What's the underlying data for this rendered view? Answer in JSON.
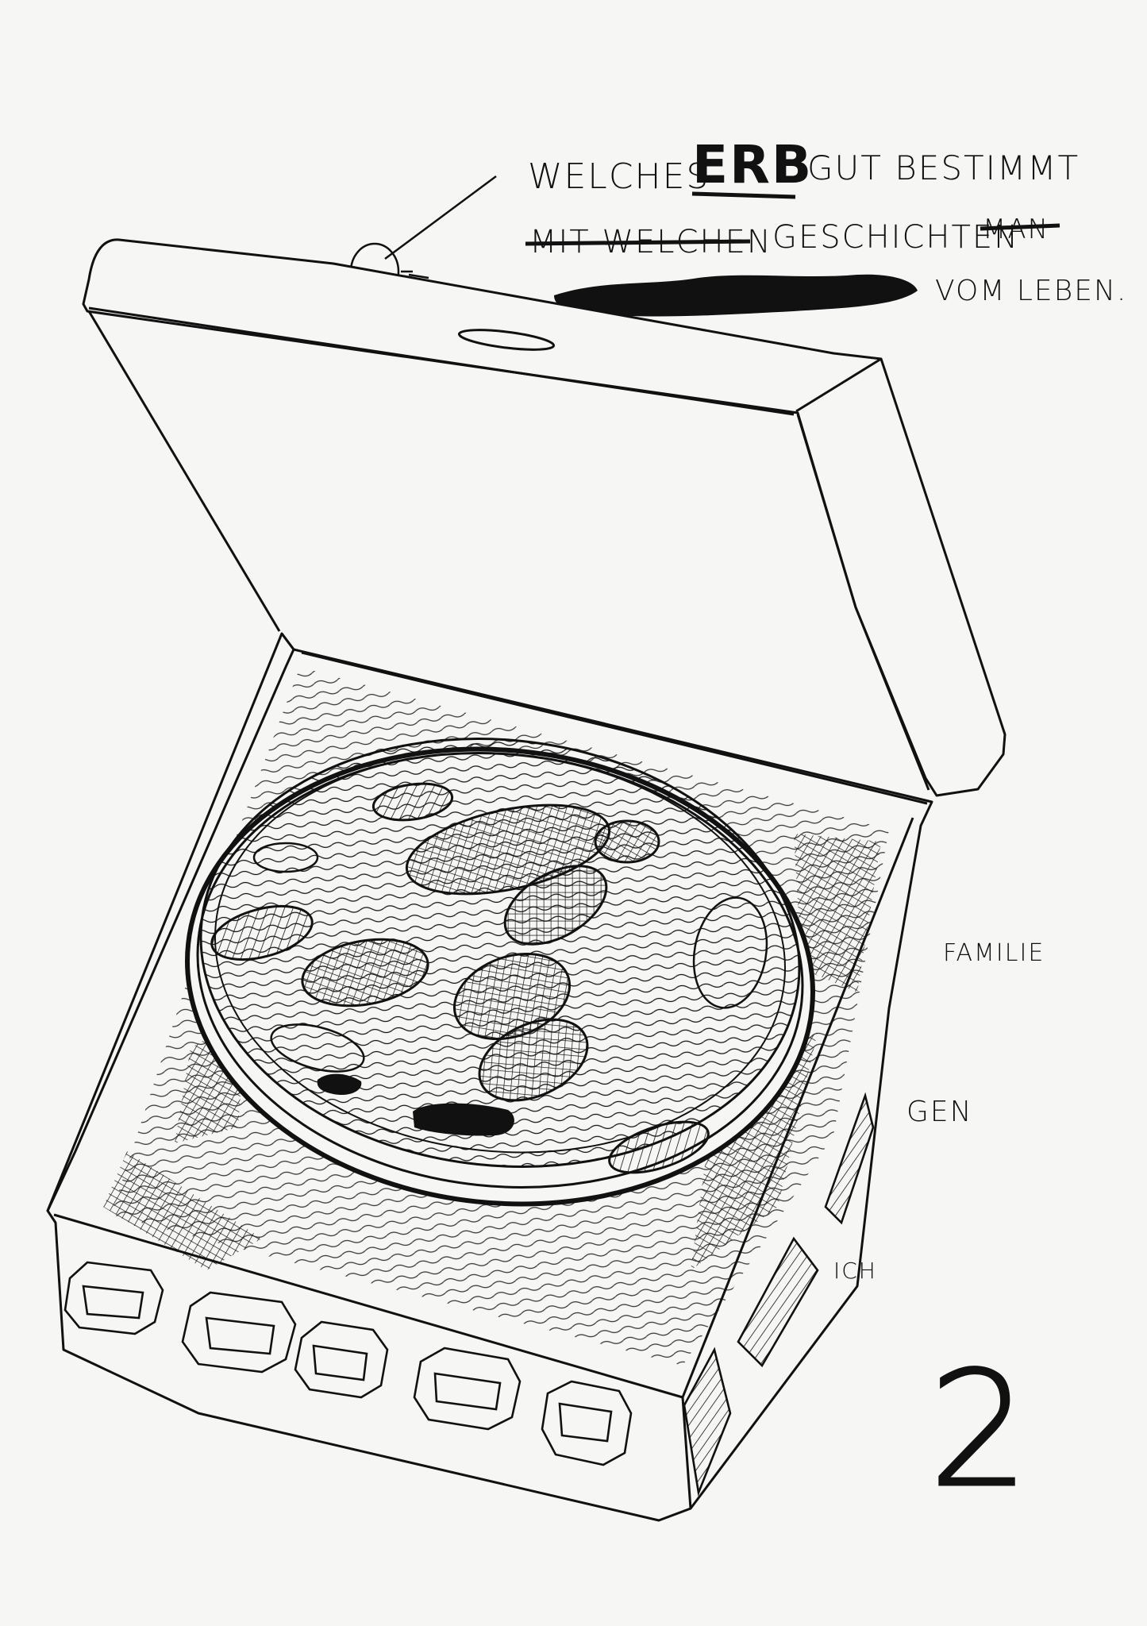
{
  "caption": {
    "line1_pre": "WELCHES",
    "line1_emph": "ERB",
    "line1_post": "GUT BESTIMMT",
    "line2_struck": "MIT WELCHEN",
    "line2_main": "GESCHICHTEN",
    "line2_struck_end": "MAN",
    "line3_end": "VOM LEBEN."
  },
  "side_labels": [
    "FAMILIE",
    "GEN",
    "ICH"
  ],
  "page_number": "2",
  "colors": {
    "ink": "#111111",
    "paper": "#f6f6f5"
  }
}
